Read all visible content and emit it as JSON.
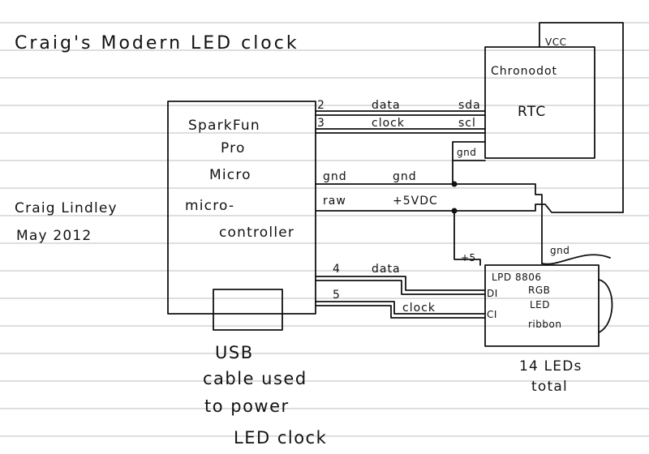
{
  "title": "Craig's Modern LED clock",
  "author": {
    "name": "Craig Lindley",
    "date": "May 2012"
  },
  "microcontroller": {
    "lines": [
      "SparkFun",
      "Pro",
      "Micro",
      "micro-",
      "controller"
    ]
  },
  "rtc": {
    "name": "Chronodot",
    "type": "RTC",
    "vcc": "VCC",
    "gnd": "gnd"
  },
  "led": {
    "lines": [
      "LPD 8806",
      "RGB",
      "LED",
      "ribbon"
    ],
    "di": "DI",
    "ci": "CI",
    "plus5": "+5",
    "gnd": "gnd"
  },
  "wires": {
    "pin2": "2",
    "data_top": "data",
    "sda": "sda",
    "pin3": "3",
    "clock_top": "clock",
    "scl": "scl",
    "gnd_left": "gnd",
    "gnd_right": "gnd",
    "raw": "raw",
    "v5": "+5VDC",
    "pin4": "4",
    "data_bottom": "data",
    "pin5": "5",
    "clock_bottom": "clock"
  },
  "usb_note": [
    "USB",
    "cable used",
    "to power",
    "LED clock"
  ],
  "led_count_note": [
    "14 LEDs",
    "total"
  ]
}
